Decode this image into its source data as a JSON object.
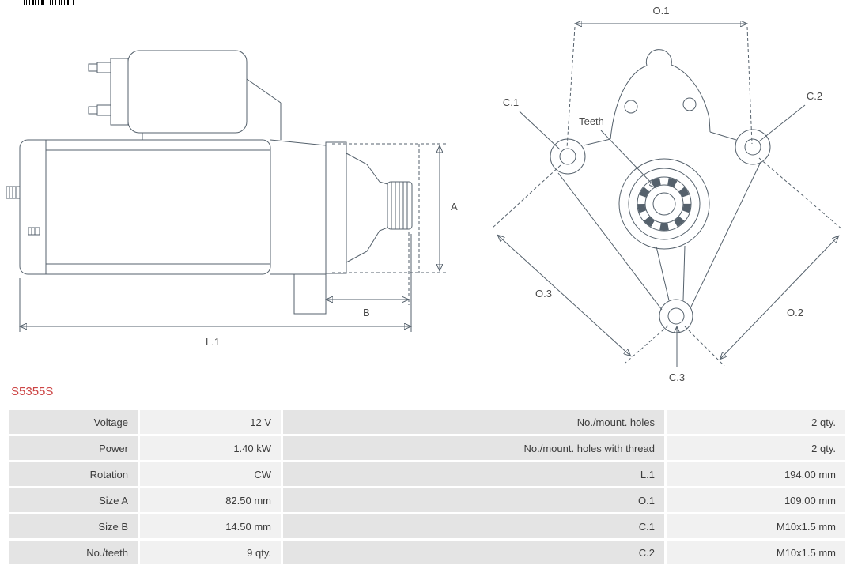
{
  "part_number": "S5355S",
  "colors": {
    "part_number_text": "#cc4444",
    "drawing_stroke": "#55616c",
    "table_label_bg": "#e4e4e4",
    "table_value_bg": "#f1f1f1"
  },
  "icons": {
    "top_left": "barcode"
  },
  "diagram": {
    "side_labels": {
      "a": "A",
      "b": "B",
      "l1": "L.1"
    },
    "front_labels": {
      "o1": "O.1",
      "o2": "O.2",
      "o3": "O.3",
      "c1": "C.1",
      "c2": "C.2",
      "c3": "C.3",
      "teeth": "Teeth"
    }
  },
  "table": {
    "rows": [
      {
        "label_left": "Voltage",
        "value_left": "12 V",
        "label_right": "No./mount. holes",
        "value_right": "2 qty."
      },
      {
        "label_left": "Power",
        "value_left": "1.40 kW",
        "label_right": "No./mount. holes with thread",
        "value_right": "2 qty."
      },
      {
        "label_left": "Rotation",
        "value_left": "CW",
        "label_right": "L.1",
        "value_right": "194.00 mm"
      },
      {
        "label_left": "Size A",
        "value_left": "82.50 mm",
        "label_right": "O.1",
        "value_right": "109.00 mm"
      },
      {
        "label_left": "Size B",
        "value_left": "14.50 mm",
        "label_right": "C.1",
        "value_right": "M10x1.5 mm"
      },
      {
        "label_left": "No./teeth",
        "value_left": "9 qty.",
        "label_right": "C.2",
        "value_right": "M10x1.5 mm"
      }
    ]
  }
}
